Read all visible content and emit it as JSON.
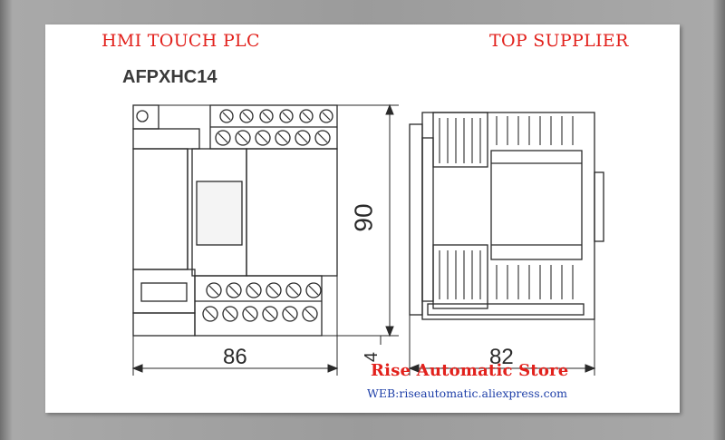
{
  "header": {
    "left_label": "HMI TOUCH PLC",
    "right_label": "TOP SUPPLIER"
  },
  "model": "AFPXHC14",
  "dimensions": {
    "width": "86",
    "height": "90",
    "depth": "82",
    "offset": "4"
  },
  "watermark": {
    "store": "Rise Automatic Store",
    "web": "WEB:riseautomatic.aliexpress.com"
  },
  "colors": {
    "accent_red": "#e2211c",
    "link_blue": "#1e3fa8",
    "line": "#2a2a2a"
  }
}
